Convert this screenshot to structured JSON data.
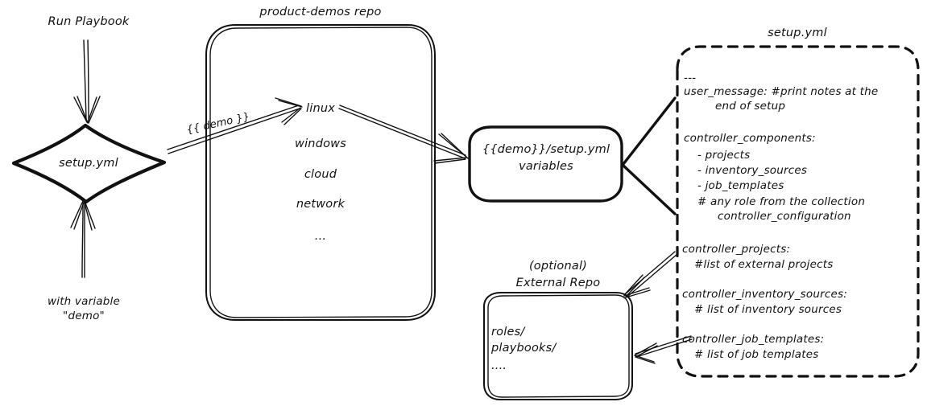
{
  "diagram": {
    "title": "Ansible product-demos setup.yml flow",
    "ink_color": "#111111",
    "background": "#ffffff"
  },
  "entry": {
    "run_label": "Run Playbook",
    "decision_label": "setup.yml",
    "variable_label_line1": "with variable",
    "variable_label_line2": "\"demo\""
  },
  "repo": {
    "title": "product-demos repo",
    "items": [
      "linux",
      "windows",
      "cloud",
      "network",
      "..."
    ]
  },
  "edge": {
    "demo_var": "{{ demo }}"
  },
  "vars_node": {
    "line1": "{{demo}}/setup.yml",
    "line2": "variables"
  },
  "external_repo": {
    "title_line1": "(optional)",
    "title_line2": "External Repo",
    "items": [
      "roles/",
      "playbooks/",
      "...."
    ]
  },
  "setup_file": {
    "title": "setup.yml",
    "blocks": [
      {
        "id": "header",
        "lines": [
          {
            "text": "---",
            "indent": 0
          },
          {
            "text": "user_message: #print notes at the",
            "indent": 0
          },
          {
            "text": "end of setup",
            "indent": 1
          }
        ]
      },
      {
        "id": "controller_components",
        "lines": [
          {
            "text": "controller_components:",
            "indent": 0
          },
          {
            "text": "- projects",
            "indent": 1
          },
          {
            "text": "- inventory_sources",
            "indent": 1
          },
          {
            "text": "- job_templates",
            "indent": 1
          },
          {
            "text": "# any role from the collection",
            "indent": 1
          },
          {
            "text": "controller_configuration",
            "indent": 2
          }
        ]
      },
      {
        "id": "controller_projects",
        "lines": [
          {
            "text": "controller_projects:",
            "indent": 0
          },
          {
            "text": "#list of external projects",
            "indent": 1
          }
        ]
      },
      {
        "id": "controller_inventory_sources",
        "lines": [
          {
            "text": "controller_inventory_sources:",
            "indent": 0
          },
          {
            "text": "# list of inventory sources",
            "indent": 1
          }
        ]
      },
      {
        "id": "controller_job_templates",
        "lines": [
          {
            "text": "controller_job_templates:",
            "indent": 0
          },
          {
            "text": "# list of job templates",
            "indent": 1
          }
        ]
      }
    ]
  }
}
